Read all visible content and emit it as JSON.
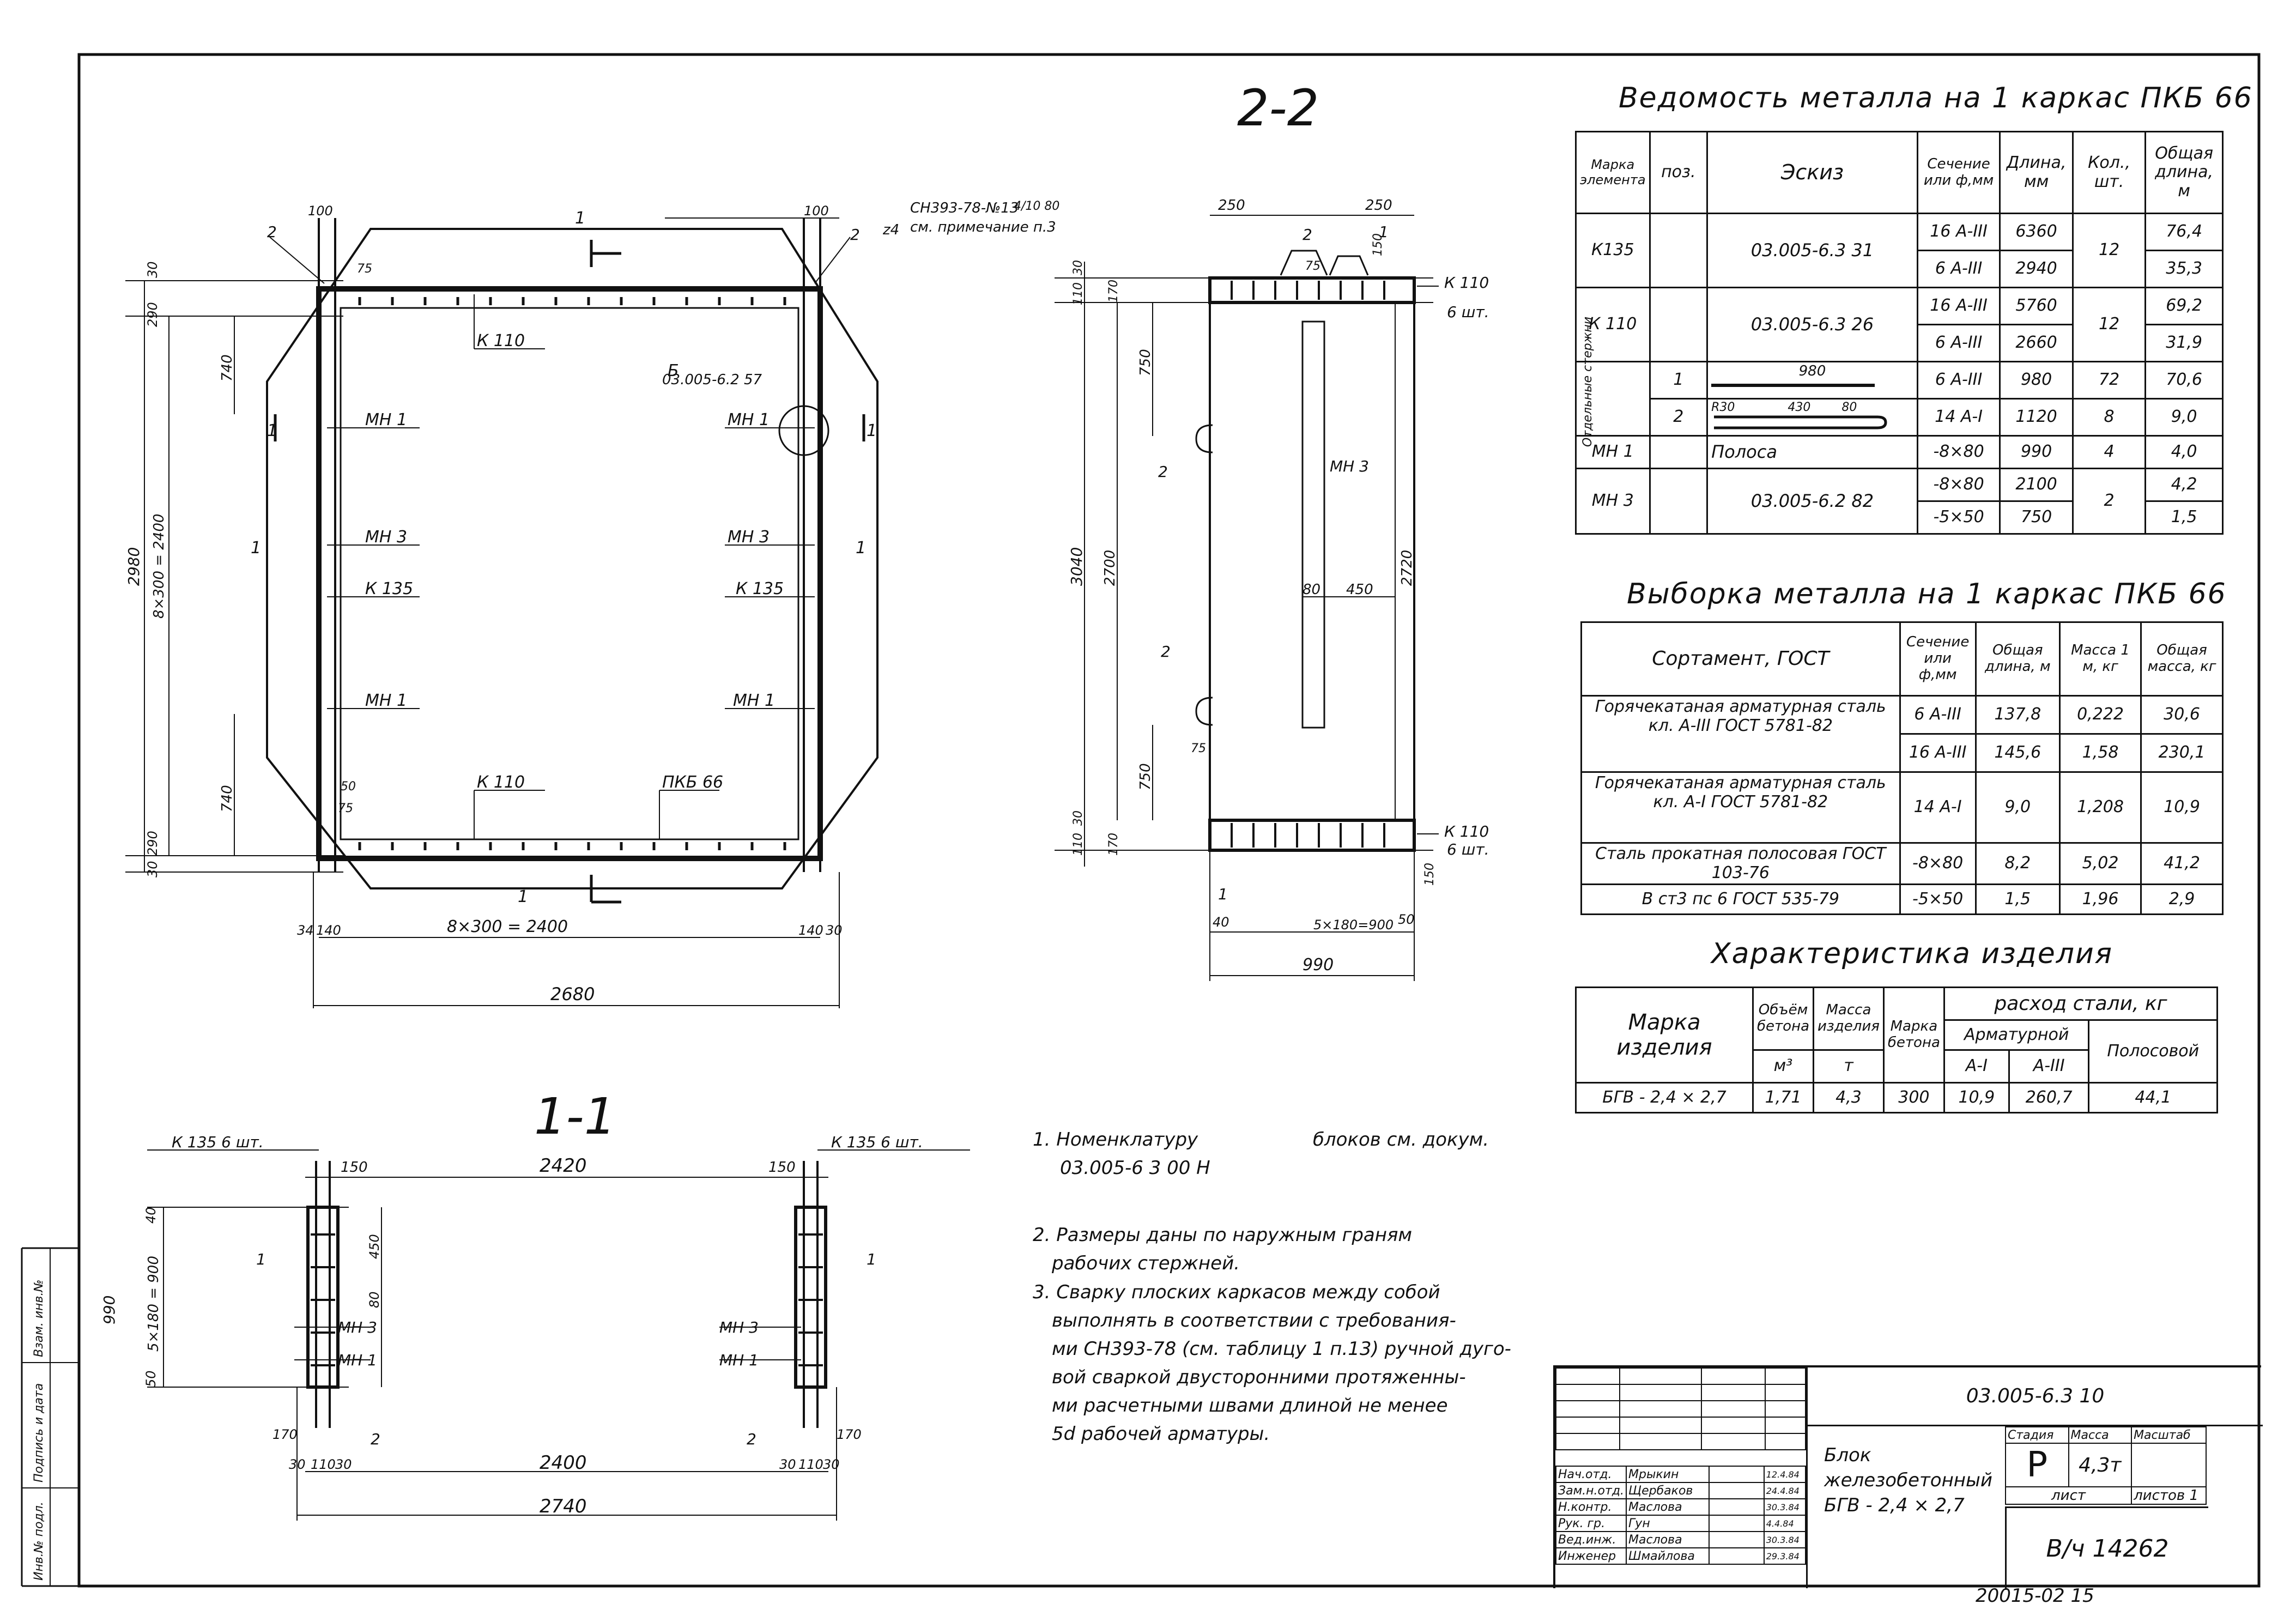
{
  "section_2_2": {
    "title": "2-2",
    "ref_note_1": "СН393-78-№13",
    "ref_note_frac": "4/10 80",
    "ref_note_2": "см. примечание п.3",
    "ref_b": "Б",
    "ref_b_doc": "03.005-6.2  57",
    "labels": {
      "k110": "К 110",
      "mn1": "МН 1",
      "mn3": "МН 3",
      "k135": "К 135",
      "pkb66": "ПКБ 66",
      "n1": "1",
      "n2": "2",
      "weld": "z4"
    },
    "dims": {
      "d100": "100",
      "d30": "30",
      "d290": "290",
      "d740": "740",
      "d2980": "2980",
      "d8x300": "8×300 = 2400",
      "d75": "75",
      "d50": "50",
      "d34": "34",
      "d140": "140",
      "d2680": "2680"
    }
  },
  "side_view": {
    "labels": {
      "k110": "К 110",
      "six": "6 шт.",
      "mn3": "МН 3",
      "n1": "1",
      "n2": "2"
    },
    "dims": {
      "d250": "250",
      "d150": "150",
      "d30": "30",
      "d110": "110",
      "d170": "170",
      "d750": "750",
      "d3040": "3040",
      "d2700": "2700",
      "d2720": "2720",
      "d80": "80",
      "d450": "450",
      "d75": "75",
      "d40": "40",
      "d5x180": "5×180=900",
      "d50": "50",
      "d990": "990"
    }
  },
  "section_1_1": {
    "title": "1-1",
    "labels": {
      "k135": "К 135  6 шт.",
      "mn3": "МН 3",
      "mn1": "МН 1",
      "n1": "1",
      "n2": "2"
    },
    "dims": {
      "d150": "150",
      "d2420": "2420",
      "d40": "40",
      "d450": "450",
      "d80": "80",
      "d990": "990",
      "d5x180": "5×180 = 900",
      "d50": "50",
      "d170": "170",
      "d30": "30",
      "d110": "110",
      "d2400": "2400",
      "d2740": "2740"
    }
  },
  "metal_list": {
    "title": "Ведомость  металла  на  1 каркас  ПКБ 66",
    "headers": [
      "Марка элемента",
      "поз.",
      "Эскиз",
      "Сечение или ф,мм",
      "Длина, мм",
      "Кол., шт.",
      "Общая длина, м"
    ],
    "group_label": "Отдельные стержни",
    "rows": [
      {
        "mark": "К135",
        "pos": "",
        "sketch": "03.005-6.3  31",
        "sec": "16 А-ІІІ",
        "len": "6360",
        "qty": "12",
        "total": "76,4"
      },
      {
        "sec": "6 А-ІІІ",
        "len": "2940",
        "total": "35,3"
      },
      {
        "mark": "К 110",
        "pos": "",
        "sketch": "03.005-6.3  26",
        "sec": "16 А-ІІІ",
        "len": "5760",
        "qty": "12",
        "total": "69,2"
      },
      {
        "sec": "6 А-ІІІ",
        "len": "2660",
        "total": "31,9"
      },
      {
        "pos": "1",
        "sketch": "980",
        "sec": "6 А-ІІІ",
        "len": "980",
        "qty": "72",
        "total": "70,6"
      },
      {
        "pos": "2",
        "sketch_a": "R30",
        "sketch_b": "430",
        "sketch_c": "80",
        "sec": "14 А-І",
        "len": "1120",
        "qty": "8",
        "total": "9,0"
      },
      {
        "mark": "МН 1",
        "pos": "",
        "sketch": "Полоса",
        "sec": "-8×80",
        "len": "990",
        "qty": "4",
        "total": "4,0"
      },
      {
        "mark": "МН 3",
        "pos": "",
        "sketch": "03.005-6.2  82",
        "sec": "-8×80",
        "len": "2100",
        "qty": "2",
        "total": "4,2"
      },
      {
        "sec": "-5×50",
        "len": "750",
        "total": "1,5"
      }
    ]
  },
  "metal_selection": {
    "title": "Выборка  металла  на  1 каркас  ПКБ 66",
    "headers": [
      "Сортамент, ГОСТ",
      "Сечение или ф,мм",
      "Общая длина, м",
      "Масса 1 м, кг",
      "Общая масса, кг"
    ],
    "rows": [
      {
        "name": "Горячекатаная  арматурная сталь  кл. А-ІІІ  ГОСТ 5781-82",
        "sec": "6 А-ІІІ",
        "len": "137,8",
        "m1": "0,222",
        "mt": "30,6"
      },
      {
        "sec": "16 А-ІІІ",
        "len": "145,6",
        "m1": "1,58",
        "mt": "230,1"
      },
      {
        "name": "Горячекатаная  арматурная сталь кл. А-І  ГОСТ 5781-82",
        "sec": "14 А-І",
        "len": "9,0",
        "m1": "1,208",
        "mt": "10,9"
      },
      {
        "name": "Сталь  прокатная  полосовая ГОСТ 103-76",
        "sec": "-8×80",
        "len": "8,2",
        "m1": "5,02",
        "mt": "41,2"
      },
      {
        "name": "В ст3  пс 6  ГОСТ 535-79",
        "sec": "-5×50",
        "len": "1,5",
        "m1": "1,96",
        "mt": "2,9"
      }
    ]
  },
  "characteristics": {
    "title": "Характеристика  изделия",
    "h_mark": "Марка изделия",
    "h_vol": "Объём бетона",
    "h_vol_u": "м³",
    "h_mass": "Масса изделия",
    "h_mass_u": "т",
    "h_conc": "Марка бетона",
    "h_steel": "расход  стали, кг",
    "h_arm": "Арматурной",
    "h_a1": "А-І",
    "h_a3": "А-ІІІ",
    "h_strip": "Полосовой",
    "row": {
      "mark": "БГВ - 2,4 × 2,7",
      "vol": "1,71",
      "mass": "4,3",
      "conc": "300",
      "a1": "10,9",
      "a3": "260,7",
      "strip": "44,1"
    }
  },
  "notes": {
    "n1a": "1. Номенклатуру",
    "n1b": "блоков см. докум.",
    "n1c": "03.005-6 3  00 Н",
    "n2a": "2. Размеры даны по наружным граням",
    "n2b": "рабочих  стержней.",
    "n3a": "3. Сварку плоских каркасов между собой",
    "n3b": "выполнять в соответствии с требования-",
    "n3c": "ми СН393-78 (см. таблицу 1 п.13) ручной дуго-",
    "n3d": "вой сваркой двусторонними протяженны-",
    "n3e": "ми расчетными швами длиной не менее",
    "n3f": "5d рабочей арматуры."
  },
  "title_block": {
    "doc": "03.005-6.3  10",
    "name_1": "Блок железобетонный",
    "name_2": "БГВ - 2,4 × 2,7",
    "h_stage": "Стадия",
    "h_mass": "Масса",
    "h_scale": "Масштаб",
    "stage": "Р",
    "mass": "4,3т",
    "sheet": "лист",
    "sheets": "листов 1",
    "org": "В/ч 14262",
    "roles": [
      {
        "role": "Нач.отд.",
        "name": "Мрыкин",
        "date": "12.4.84"
      },
      {
        "role": "Зам.н.отд.",
        "name": "Щербаков",
        "date": "24.4.84"
      },
      {
        "role": "Н.контр.",
        "name": "Маслова",
        "date": "30.3.84"
      },
      {
        "role": "Рук. гр.",
        "name": "Гун",
        "date": "4.4.84"
      },
      {
        "role": "Вед.инж.",
        "name": "Маслова",
        "date": "30.3.84"
      },
      {
        "role": "Инженер",
        "name": "Шмайлова",
        "date": "29.3.84"
      }
    ],
    "bottom_code": "20015-02   15"
  },
  "side_stamp": {
    "a": "Инв.№ подл.",
    "b": "Подпись и дата",
    "c": "Взам. инв.№"
  }
}
